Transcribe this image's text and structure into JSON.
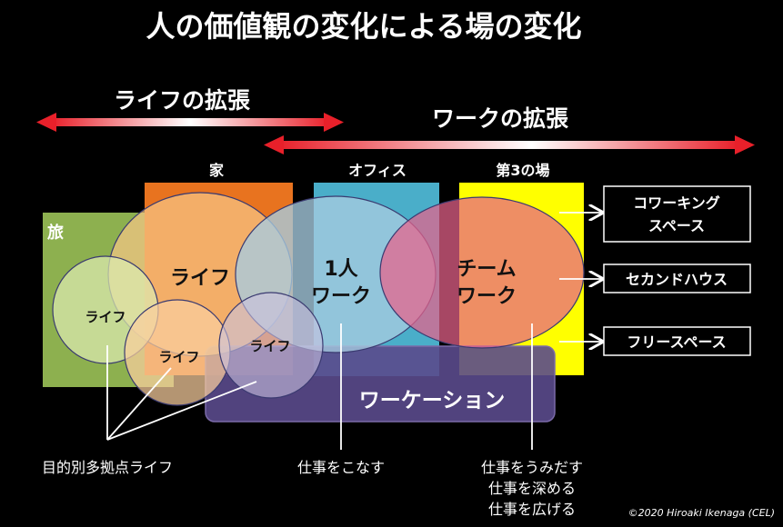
{
  "title": "人の価値観の変化による場の変化",
  "arrows": {
    "life_expansion": "ライフの拡張",
    "work_expansion": "ワークの拡張"
  },
  "places": {
    "home": "家",
    "office": "オフィス",
    "third_place": "第3の場",
    "travel": "旅"
  },
  "circles": {
    "life_big": "ライフ",
    "life_travel": "ライフ",
    "life_small_1": "ライフ",
    "life_small_2": "ライフ",
    "solo_work_line1": "1人",
    "solo_work_line2": "ワーク",
    "team_work_line1": "チーム",
    "team_work_line2": "ワーク"
  },
  "workation": "ワーケーション",
  "side_boxes": {
    "coworking_line1": "コワーキング",
    "coworking_line2": "スペース",
    "second_house": "セカンドハウス",
    "free_space": "フリースペース"
  },
  "captions": {
    "multi_base_life": "目的別多拠点ライフ",
    "doing_work": "仕事をこなす",
    "create_work": "仕事をうみだす",
    "deepen_work": "仕事を深める",
    "expand_work": "仕事を広げる"
  },
  "copyright": "©2020 Hiroaki Ikenaga (CEL)",
  "colors": {
    "background": "#000000",
    "arrow_red": "#e8202a",
    "travel_green": "#8db04f",
    "home_orange": "#e8731f",
    "office_blue": "#4aaec9",
    "third_yellow": "#ffff00",
    "workation_purple": "#5a4a8c",
    "team_pink": "#e8628a"
  }
}
